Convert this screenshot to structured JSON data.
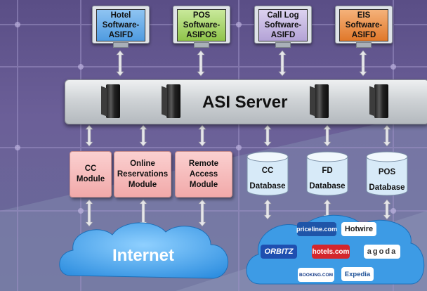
{
  "monitors": [
    {
      "label": "Hotel\nSoftware-\nASIFD",
      "color": "#4f9be0"
    },
    {
      "label": "POS\nSoftware-\nASIPOS",
      "color": "#9fcf59"
    },
    {
      "label": "Call Log\nSoftware-\nASIFD",
      "color": "#b3a2d6"
    },
    {
      "label": "EIS\nSoftware-\nASIFD",
      "color": "#e58a3b"
    }
  ],
  "server": {
    "title": "ASI Server"
  },
  "modules": [
    {
      "label": "CC\nModule"
    },
    {
      "label": "Online\nReservations\nModule"
    },
    {
      "label": "Remote\nAccess\nModule"
    }
  ],
  "databases": [
    {
      "name": "CC",
      "sub": "Database"
    },
    {
      "name": "FD",
      "sub": "Database"
    },
    {
      "name": "POS",
      "sub": "Database"
    }
  ],
  "internet": {
    "label": "Internet"
  },
  "brands": [
    {
      "name": "priceline.com",
      "bg": "#1f55a8",
      "fg": "#ffffff"
    },
    {
      "name": "Hotwire",
      "bg": "#ffffff",
      "fg": "#222222"
    },
    {
      "name": "ORBITZ",
      "bg": "#1f4fb0",
      "fg": "#ffffff"
    },
    {
      "name": "hotels.com",
      "bg": "#d4262c",
      "fg": "#ffffff"
    },
    {
      "name": "agoda",
      "bg": "#ffffff",
      "fg": "#333333"
    },
    {
      "name": "BOOKING.COM",
      "bg": "#ffffff",
      "fg": "#1a3f8a"
    },
    {
      "name": "Expedia",
      "bg": "#ffffff",
      "fg": "#1b4f96"
    }
  ],
  "colors": {
    "module": "#f4b6b6",
    "database": "#d7eaf8",
    "cloud": "#4aa5e8"
  }
}
